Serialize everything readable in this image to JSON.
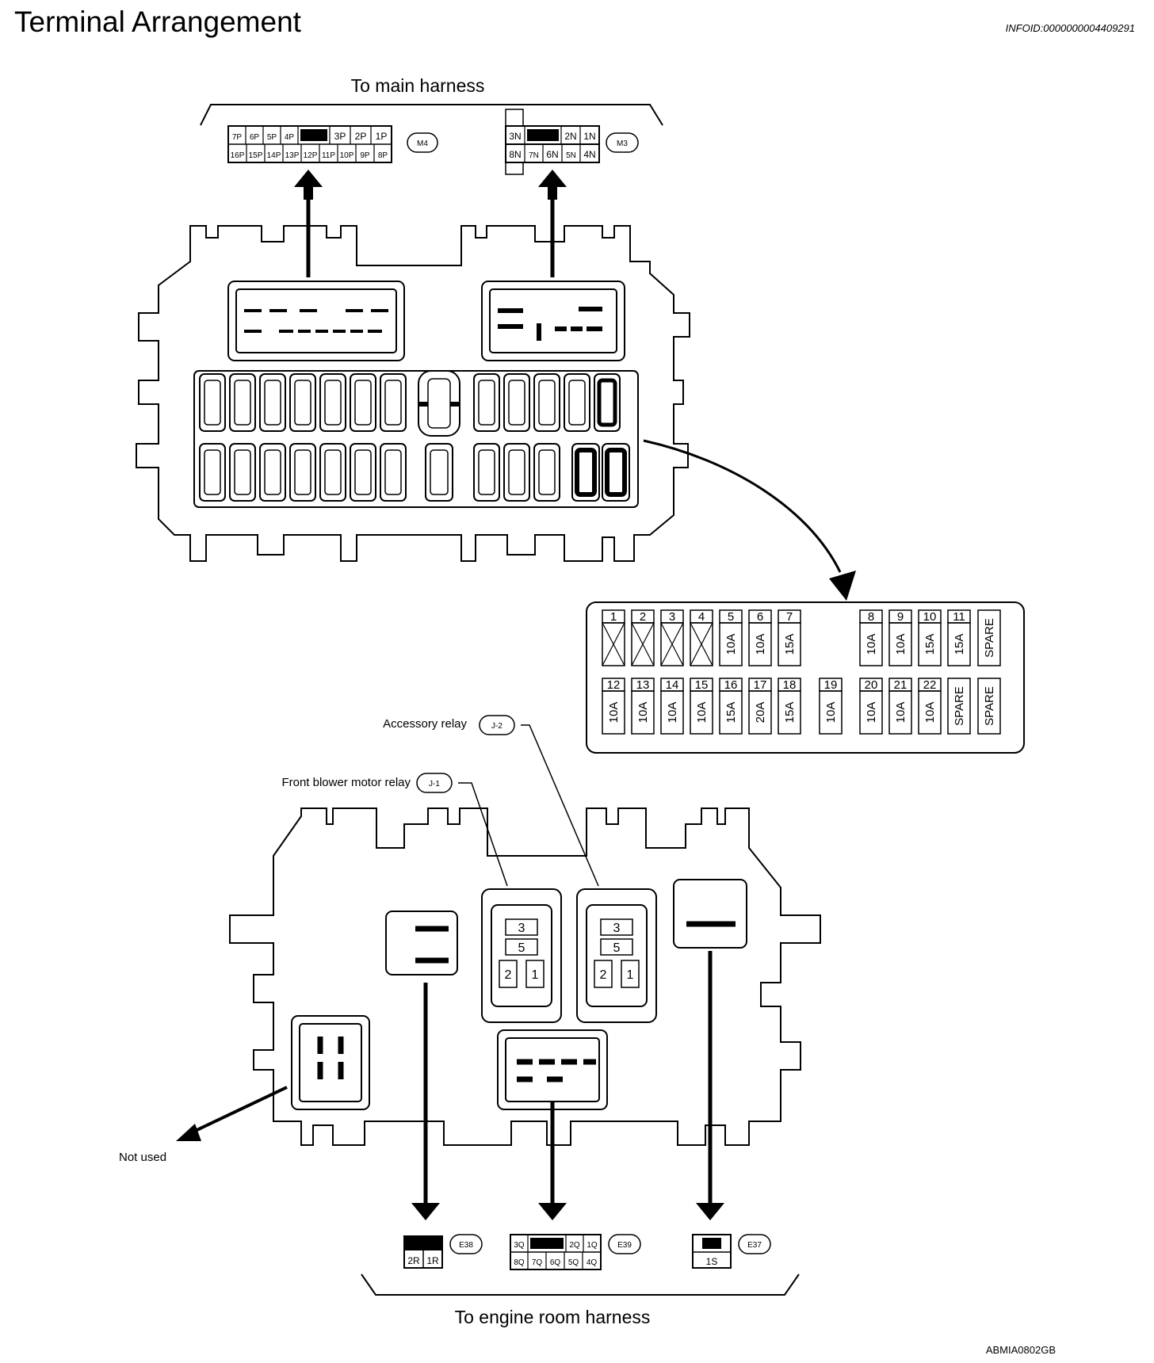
{
  "title": "Terminal Arrangement",
  "info_id": "INFOID:0000000004409291",
  "image_code": "ABMIA0802GB",
  "harness_labels": {
    "top": "To main harness",
    "bottom": "To engine room harness"
  },
  "callouts": {
    "accessory_relay": "Accessory relay",
    "accessory_relay_tag": "J-2",
    "front_blower_relay": "Front blower motor relay",
    "front_blower_relay_tag": "J-1",
    "not_used": "Not used"
  },
  "connectors": {
    "M4": {
      "tag": "M4",
      "top_row": [
        "7P",
        "6P",
        "5P",
        "4P",
        "",
        "3P",
        "2P",
        "1P"
      ],
      "bottom_row": [
        "16P",
        "15P",
        "14P",
        "13P",
        "12P",
        "11P",
        "10P",
        "9P",
        "8P"
      ]
    },
    "M3": {
      "tag": "M3",
      "top_row": [
        "3N",
        "",
        "2N",
        "1N"
      ],
      "bottom_row": [
        "8N",
        "7N",
        "6N",
        "5N",
        "4N"
      ]
    },
    "E38": {
      "tag": "E38",
      "bottom_row": [
        "2R",
        "1R"
      ]
    },
    "E39": {
      "tag": "E39",
      "top_row": [
        "3Q",
        "",
        "2Q",
        "1Q"
      ],
      "bottom_row": [
        "8Q",
        "7Q",
        "6Q",
        "5Q",
        "4Q"
      ]
    },
    "E37": {
      "tag": "E37",
      "bottom_row": [
        "1S"
      ]
    }
  },
  "relay_terminals": {
    "J1": [
      "3",
      "5",
      "2",
      "1"
    ],
    "J2": [
      "3",
      "5",
      "2",
      "1"
    ]
  },
  "fuse_table": {
    "row1": [
      {
        "num": "1",
        "amp": ""
      },
      {
        "num": "2",
        "amp": ""
      },
      {
        "num": "3",
        "amp": ""
      },
      {
        "num": "4",
        "amp": ""
      },
      {
        "num": "5",
        "amp": "10A"
      },
      {
        "num": "6",
        "amp": "10A"
      },
      {
        "num": "7",
        "amp": "15A"
      },
      {
        "num": "8",
        "amp": "10A"
      },
      {
        "num": "9",
        "amp": "10A"
      },
      {
        "num": "10",
        "amp": "15A"
      },
      {
        "num": "11",
        "amp": "15A"
      },
      {
        "num": "",
        "amp": "SPARE"
      }
    ],
    "row2": [
      {
        "num": "12",
        "amp": "10A"
      },
      {
        "num": "13",
        "amp": "10A"
      },
      {
        "num": "14",
        "amp": "10A"
      },
      {
        "num": "15",
        "amp": "10A"
      },
      {
        "num": "16",
        "amp": "15A"
      },
      {
        "num": "17",
        "amp": "20A"
      },
      {
        "num": "18",
        "amp": "15A"
      },
      {
        "num": "19",
        "amp": "10A"
      },
      {
        "num": "20",
        "amp": "10A"
      },
      {
        "num": "21",
        "amp": "10A"
      },
      {
        "num": "22",
        "amp": "10A"
      },
      {
        "num": "",
        "amp": "SPARE"
      },
      {
        "num": "",
        "amp": "SPARE"
      }
    ]
  }
}
